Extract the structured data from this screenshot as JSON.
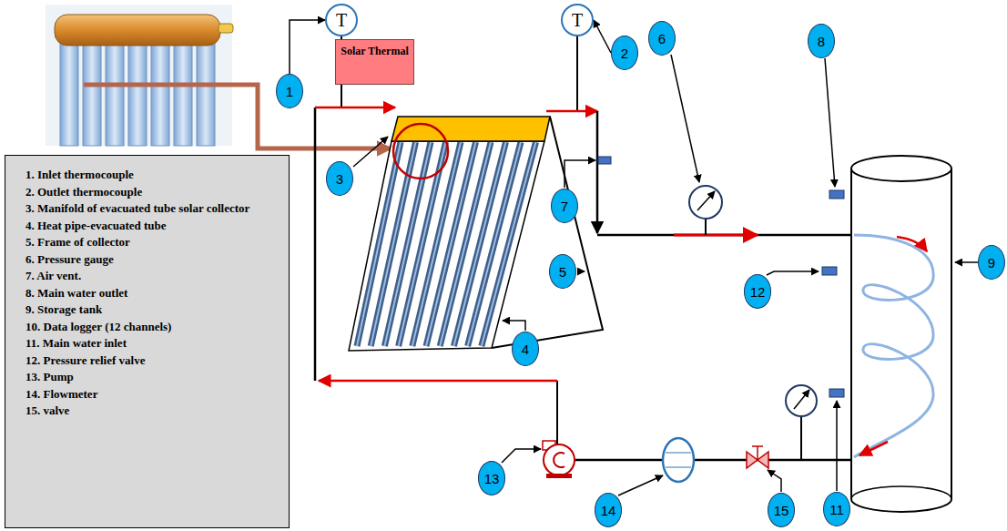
{
  "diagram": {
    "nodes": [
      {
        "text": [
          "1. Inlet thermocouple",
          "2. Outlet thermocouple",
          "3. Manifold of evacuated tube solar collector",
          "4. Heat pipe-evacuated tube",
          "5. Frame of collector",
          "6. Pressure gauge",
          "7. Air vent.",
          "8. Main water outlet",
          "9. Storage tank",
          "10. Data logger (12 channels)",
          "11. Main water inlet",
          "12. Pressure relief valve",
          "13. Pump",
          "14. Flowmeter",
          "15. valve"
        ]
      },
      {
        "text": [
          "Solar Thermal"
        ]
      },
      {
        "text": [
          "T"
        ]
      },
      {
        "text": [
          "T"
        ]
      },
      {
        "text": [
          "1"
        ]
      },
      {
        "text": [
          "2"
        ]
      },
      {
        "text": [
          "3"
        ]
      },
      {
        "text": [
          "4"
        ]
      },
      {
        "text": [
          "5"
        ]
      },
      {
        "text": [
          "6"
        ]
      },
      {
        "text": [
          "7"
        ]
      },
      {
        "text": [
          "8"
        ]
      },
      {
        "text": [
          "9"
        ]
      },
      {
        "text": [
          "11"
        ]
      },
      {
        "text": [
          "12"
        ]
      },
      {
        "text": [
          "13"
        ]
      },
      {
        "text": [
          "14"
        ]
      },
      {
        "text": [
          "15"
        ]
      }
    ],
    "edges": [
      {
        "from": 4,
        "to": 2,
        "arrow": "to"
      },
      {
        "from": 5,
        "to": 3,
        "arrow": "to"
      }
    ]
  }
}
